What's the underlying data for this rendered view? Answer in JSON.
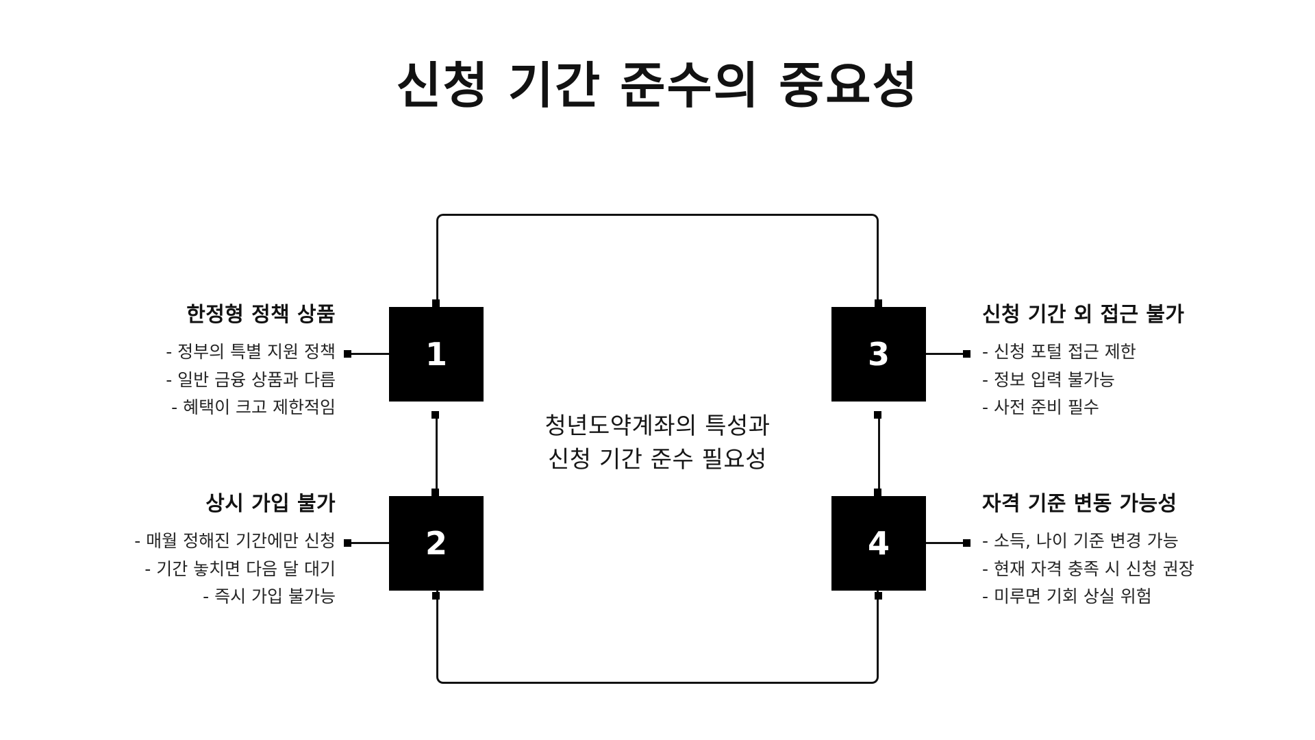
{
  "slide": {
    "title": "신청 기간 준수의 중요성",
    "background_color": "#ffffff",
    "text_color": "#121212",
    "accent_color": "#000000"
  },
  "center": {
    "line1": "청년도약계좌의 특성과",
    "line2": "신청 기간 준수 필요성"
  },
  "quadrants": [
    {
      "number": "1",
      "side": "left",
      "heading": "한정형 정책 상품",
      "bullets": [
        "- 정부의 특별 지원 정책",
        "- 일반 금융 상품과 다름",
        "- 혜택이 크고 제한적임"
      ]
    },
    {
      "number": "2",
      "side": "left",
      "heading": "상시 가입 불가",
      "bullets": [
        "- 매월 정해진 기간에만 신청",
        "- 기간 놓치면 다음 달 대기",
        "- 즉시 가입 불가능"
      ]
    },
    {
      "number": "3",
      "side": "right",
      "heading": "신청 기간 외 접근 불가",
      "bullets": [
        "- 신청 포털 접근 제한",
        "- 정보 입력 불가능",
        "- 사전 준비 필수"
      ]
    },
    {
      "number": "4",
      "side": "right",
      "heading": "자격 기준 변동 가능성",
      "bullets": [
        "- 소득, 나이 기준 변경 가능",
        "- 현재 자격 충족 시 신청 권장",
        "- 미루면 기회 상실 위험"
      ]
    }
  ]
}
